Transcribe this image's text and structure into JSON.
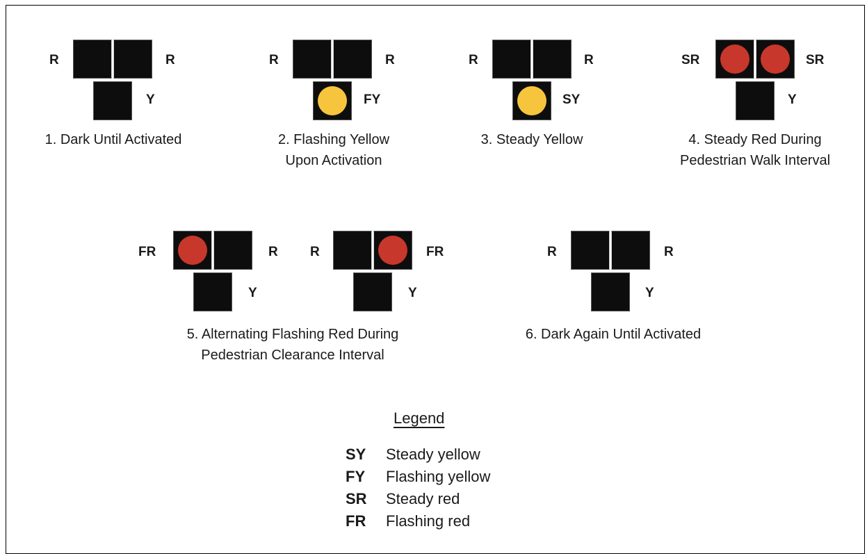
{
  "colors": {
    "red_indication": "#c8372b",
    "yellow_indication": "#f6c53d",
    "dark_lens": "#0d0d0d"
  },
  "stages": [
    {
      "caption": [
        "1. Dark Until Activated"
      ],
      "heads": [
        {
          "left": "R",
          "right": "R",
          "bottom": "Y",
          "lit": []
        }
      ]
    },
    {
      "caption": [
        "2. Flashing Yellow",
        "Upon Activation"
      ],
      "heads": [
        {
          "left": "R",
          "right": "R",
          "bottom": "FY",
          "lit": [
            "bottom:yellow"
          ]
        }
      ]
    },
    {
      "caption": [
        "3. Steady Yellow"
      ],
      "heads": [
        {
          "left": "R",
          "right": "R",
          "bottom": "SY",
          "lit": [
            "bottom:yellow"
          ]
        }
      ]
    },
    {
      "caption": [
        "4. Steady Red During",
        "Pedestrian Walk Interval"
      ],
      "heads": [
        {
          "left": "SR",
          "right": "SR",
          "bottom": "Y",
          "lit": [
            "left:red",
            "right:red"
          ]
        }
      ]
    },
    {
      "caption": [
        "5. Alternating Flashing Red During",
        "Pedestrian Clearance Interval"
      ],
      "heads": [
        {
          "left": "FR",
          "right": "R",
          "bottom": "Y",
          "lit": [
            "left:red"
          ]
        },
        {
          "left": "R",
          "right": "FR",
          "bottom": "Y",
          "lit": [
            "right:red"
          ]
        }
      ]
    },
    {
      "caption": [
        "6. Dark Again Until Activated"
      ],
      "heads": [
        {
          "left": "R",
          "right": "R",
          "bottom": "Y",
          "lit": []
        }
      ]
    }
  ],
  "legend": {
    "title": "Legend",
    "items": [
      {
        "code": "SY",
        "meaning": "Steady yellow"
      },
      {
        "code": "FY",
        "meaning": "Flashing yellow"
      },
      {
        "code": "SR",
        "meaning": "Steady red"
      },
      {
        "code": "FR",
        "meaning": "Flashing red"
      }
    ]
  }
}
